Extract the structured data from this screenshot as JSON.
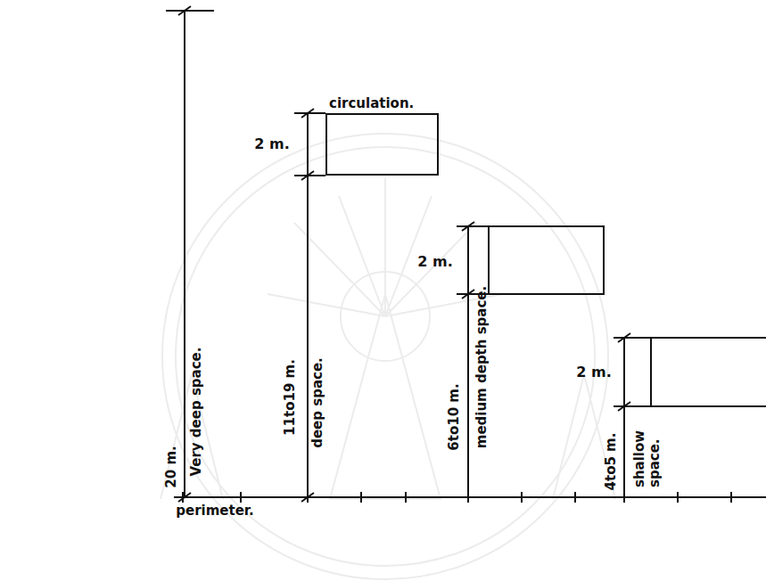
{
  "diagram": {
    "nodes": [
      {
        "text": [
          "circulation."
        ]
      }
    ],
    "labels": [
      "2 m.",
      "2 m.",
      "2 m.",
      "20 m.",
      "Very deep space.",
      "11to19 m.",
      "deep space.",
      "6to10 m.",
      "medium depth space.",
      "4to5 m.",
      "shallow space.",
      "perimeter."
    ]
  }
}
